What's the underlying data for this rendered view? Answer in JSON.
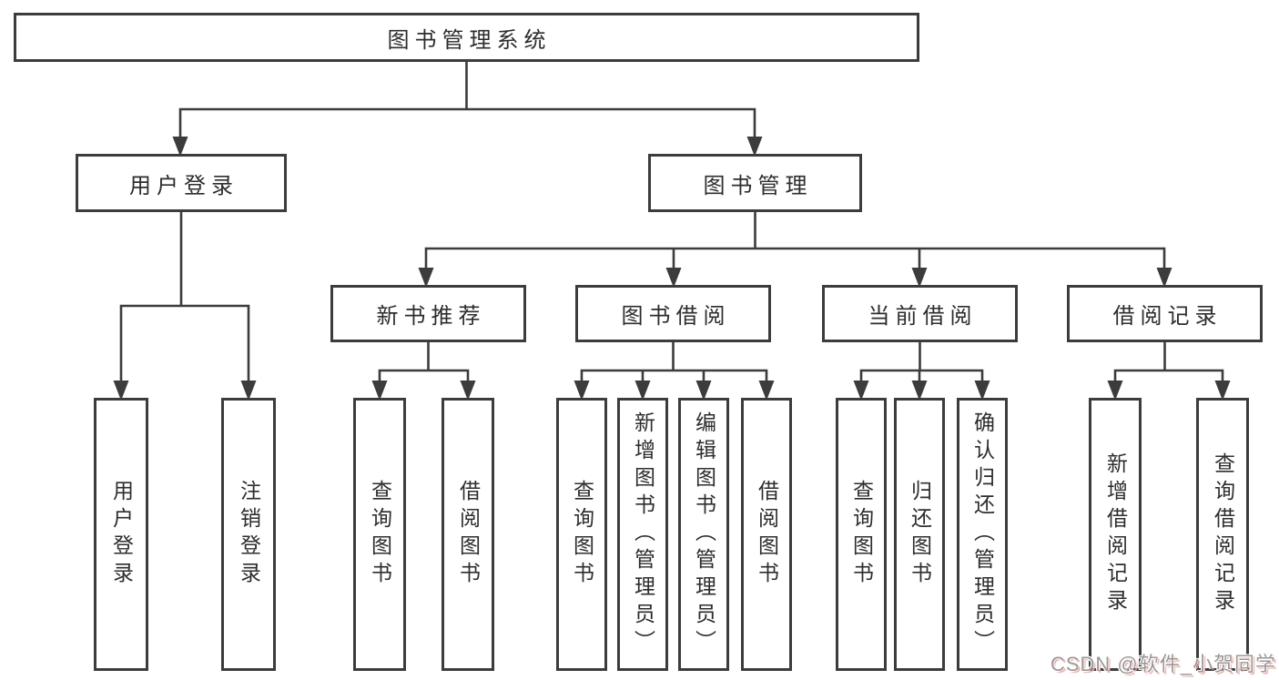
{
  "colors": {
    "line": "#3c3c3c",
    "text": "#2d2d2d",
    "background": "#ffffff",
    "watermark": "#989898",
    "watermark_shadow": "#f2a7a0"
  },
  "root": {
    "label": "图书管理系统"
  },
  "level1": {
    "user_login": {
      "label": "用户登录"
    },
    "book_management": {
      "label": "图书管理"
    }
  },
  "level2": {
    "new_book_recommendation": {
      "label": "新书推荐"
    },
    "book_borrowing": {
      "label": "图书借阅"
    },
    "current_borrowing": {
      "label": "当前借阅"
    },
    "borrowing_records": {
      "label": "借阅记录"
    }
  },
  "level3": {
    "user_login": {
      "label": "用户登录"
    },
    "logout": {
      "label": "注销登录"
    },
    "rec_query_books": {
      "label": "查询图书"
    },
    "rec_borrow_books": {
      "label": "借阅图书"
    },
    "bb_query_books": {
      "label": "查询图书"
    },
    "bb_add_book_admin": {
      "label": "新增图书（管理员）"
    },
    "bb_edit_book_admin": {
      "label": "编辑图书（管理员）"
    },
    "bb_borrow_books": {
      "label": "借阅图书"
    },
    "cb_query_books": {
      "label": "查询图书"
    },
    "cb_return_books": {
      "label": "归还图书"
    },
    "cb_confirm_return_admin": {
      "label": "确认归还（管理员）"
    },
    "br_add_record": {
      "label": "新增借阅记录"
    },
    "br_query_record": {
      "label": "查询借阅记录"
    }
  },
  "watermark": {
    "text": "CSDN @软件_小贺同学"
  }
}
